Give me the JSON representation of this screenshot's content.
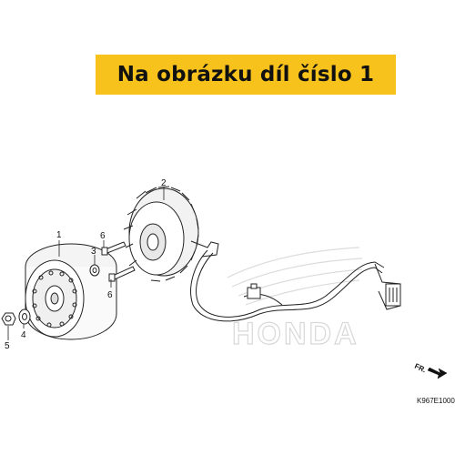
{
  "banner": {
    "text": "Na obrázku díl číslo 1",
    "color": "#f6c21b"
  },
  "callouts": [
    "1",
    "2",
    "3",
    "4",
    "5",
    "6",
    "6"
  ],
  "fr_label": "FR.",
  "figure_code": "K967E1000",
  "watermark": "HONDA"
}
